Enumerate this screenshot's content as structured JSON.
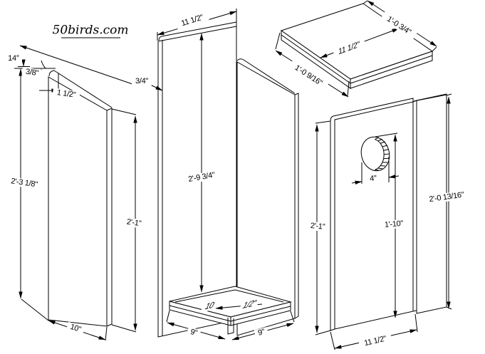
{
  "diagram": {
    "site": "50birds.com",
    "side_panel": {
      "angle": "14°",
      "edge": "3/8\"",
      "setback": "1 1/2\"",
      "back_height": "2'-3 1/8\"",
      "front_height": "2'-1\"",
      "width": "10\""
    },
    "back_panel": {
      "width": "11 1/2\"",
      "thickness": "3/4\"",
      "height": "2'-9 3/4\""
    },
    "floor": {
      "top_a": "10",
      "top_b": "1/2\"",
      "left": "9\"",
      "right": "9\""
    },
    "roof": {
      "right_width": "1'-0 3/4\"",
      "top_width": "11 1/2\"",
      "left_depth": "1'-0 9/16\""
    },
    "front_panel": {
      "left_height": "2'-1\"",
      "hole_diameter": "4\"",
      "hole_height": "1'-10\"",
      "right_height": "2'-0 13/16\"",
      "width": "11 1/2\""
    }
  }
}
